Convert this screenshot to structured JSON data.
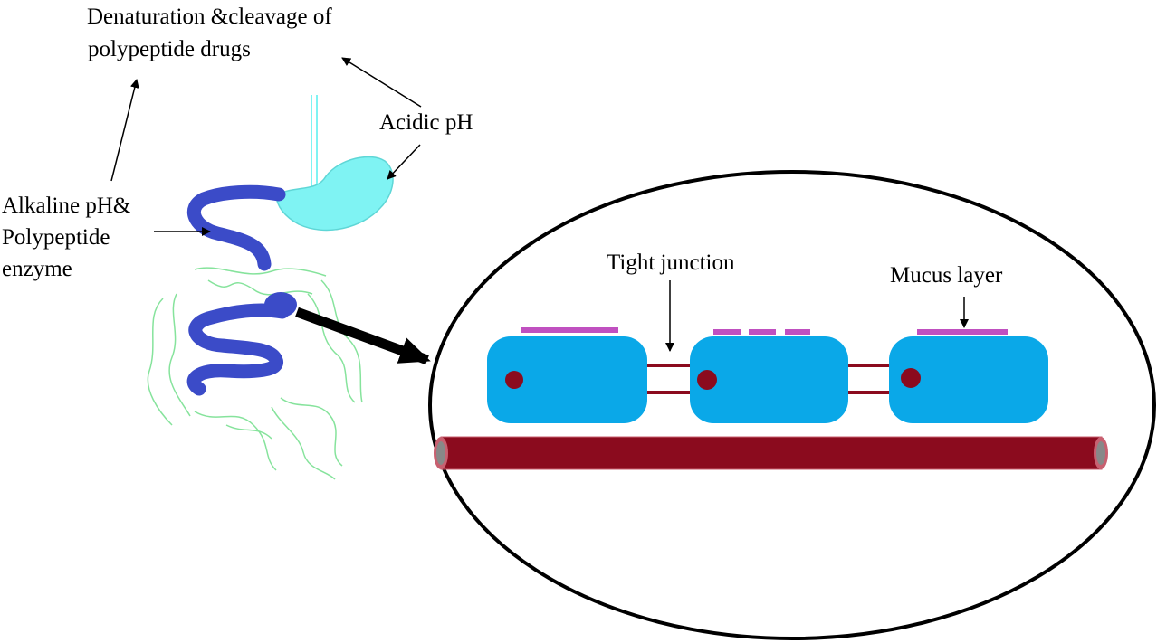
{
  "labels": {
    "denaturation_line1": "Denaturation &cleavage of",
    "denaturation_line2": "polypeptide drugs",
    "acidic": "Acidic pH",
    "alkaline_line1": "Alkaline pH&",
    "alkaline_line2": "Polypeptide",
    "alkaline_line3": "enzyme",
    "tight_junction": "Tight junction",
    "mucus_layer": "Mucus layer"
  },
  "colors": {
    "stomach": "#7ff3f3",
    "intestine": "#3b4bc8",
    "villi": "#86e39c",
    "cell": "#0aa8e8",
    "nucleus": "#8b0b1e",
    "mucus": "#c050c0",
    "vessel": "#8b0b1e",
    "junction": "#8b0b1e",
    "outline": "#000000"
  },
  "components": {
    "cell_count": 3,
    "cell_mucus_segments": [
      1,
      3,
      1
    ]
  }
}
